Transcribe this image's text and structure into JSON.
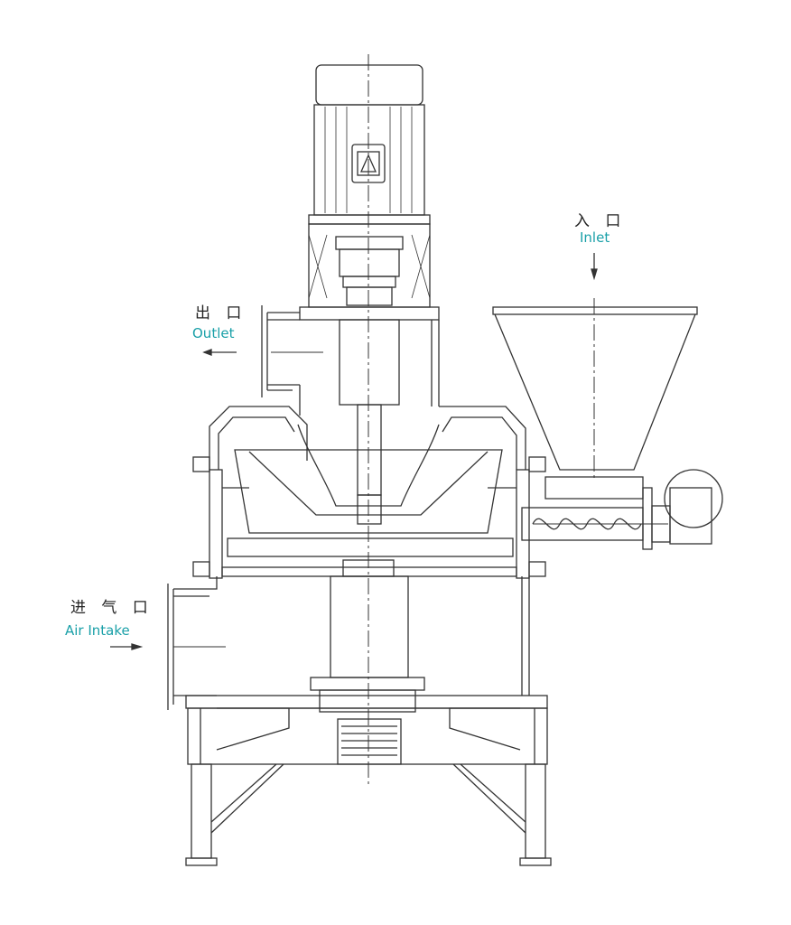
{
  "labels": {
    "inlet_cn": "入 口",
    "inlet_en": "Inlet",
    "outlet_cn": "出 口",
    "outlet_en": "Outlet",
    "air_cn": "进 气 口",
    "air_en": "Air Intake"
  },
  "colors": {
    "label_en": "#1aa0a8",
    "line": "#333333"
  }
}
